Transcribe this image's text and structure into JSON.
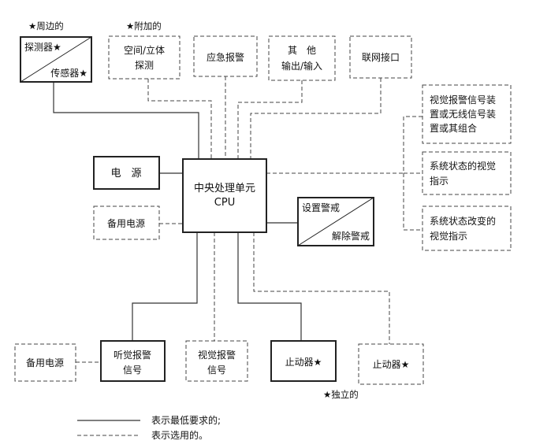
{
  "annotations": {
    "peripheral": "★周边的",
    "additional": "★附加的",
    "independent": "★独立的"
  },
  "boxes": {
    "detector_line1": "探测器★",
    "detector_line2": "传感器★",
    "spatial_line1": "空间/立体",
    "spatial_line2": "探测",
    "emergency": "应急报警",
    "other_line1": "其　他",
    "other_line2": "输出/输入",
    "network": "联网接口",
    "visual_alarm_line1": "视觉报警信号装",
    "visual_alarm_line2": "置或无线信号装",
    "visual_alarm_line3": "置或其组合",
    "visual_status_line1": "系统状态的视觉",
    "visual_status_line2": "指示",
    "status_change_line1": "系统状态改变的",
    "status_change_line2": "视觉指示",
    "power": "电　源",
    "backup_power_1": "备用电源",
    "cpu_line1": "中央处理单元",
    "cpu_line2": "CPU",
    "arm": "设置警戒",
    "disarm": "解除警戒",
    "backup_power_2": "备用电源",
    "audible_line1": "听觉报警",
    "audible_line2": "信号",
    "visual_signal_line1": "视觉报警",
    "visual_signal_line2": "信号",
    "actuator_1": "止动器★",
    "actuator_2": "止动器★"
  },
  "legend": {
    "solid": "表示最低要求的;",
    "dashed": "表示选用的。"
  }
}
